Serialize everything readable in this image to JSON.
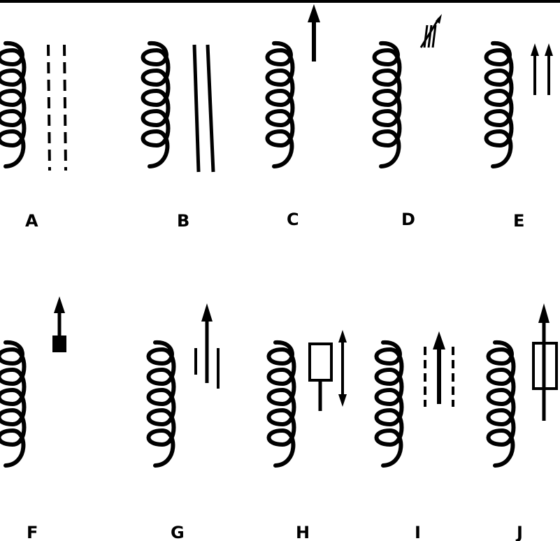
{
  "figure": {
    "labels": {
      "a": "A",
      "b": "B",
      "c": "C",
      "d": "D",
      "e": "E",
      "f": "F",
      "g": "G",
      "h": "H",
      "i": "I",
      "j": "J"
    }
  }
}
